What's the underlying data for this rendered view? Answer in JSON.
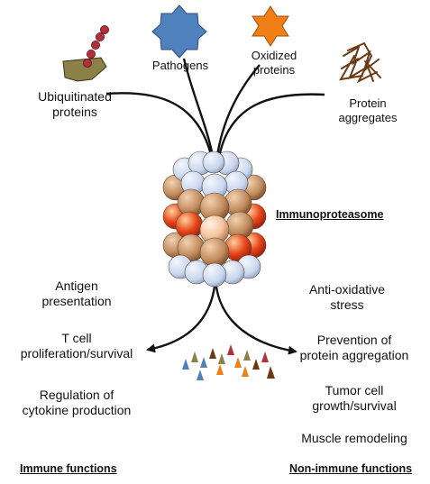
{
  "inputs": {
    "ubiquitinated": {
      "line1": "Ubiquitinated",
      "line2": "proteins"
    },
    "pathogens": {
      "label": "Pathogens"
    },
    "oxidized": {
      "line1": "Oxidized",
      "line2": "proteins"
    },
    "aggregates": {
      "line1": "Protein",
      "line2": "aggregates"
    }
  },
  "center": {
    "label": "Immunoproteasome"
  },
  "immune": {
    "header": "Immune functions",
    "items": [
      {
        "line1": "Antigen",
        "line2": "presentation"
      },
      {
        "line1": "T cell",
        "line2": "proliferation/survival"
      },
      {
        "line1": "Regulation of",
        "line2": "cytokine production"
      }
    ]
  },
  "non_immune": {
    "header": "Non-immune functions",
    "items": [
      {
        "line1": "Anti-oxidative",
        "line2": "stress"
      },
      {
        "line1": "Prevention of",
        "line2": "protein aggregation"
      },
      {
        "line1": "Tumor cell",
        "line2": "growth/survival"
      },
      {
        "line1": "Muscle remodeling"
      }
    ]
  },
  "colors": {
    "pathogen": "#4f81bd",
    "oxidized": "#f07f17",
    "aggregate": "#6b3a12",
    "ubiquitin": "#b0313b",
    "protein_blob": "#8a8048",
    "proteasome_cap": "#c9d6ee",
    "proteasome_tan": "#c08a5c",
    "proteasome_hot": "#e8491b",
    "arrow": "#111111"
  }
}
